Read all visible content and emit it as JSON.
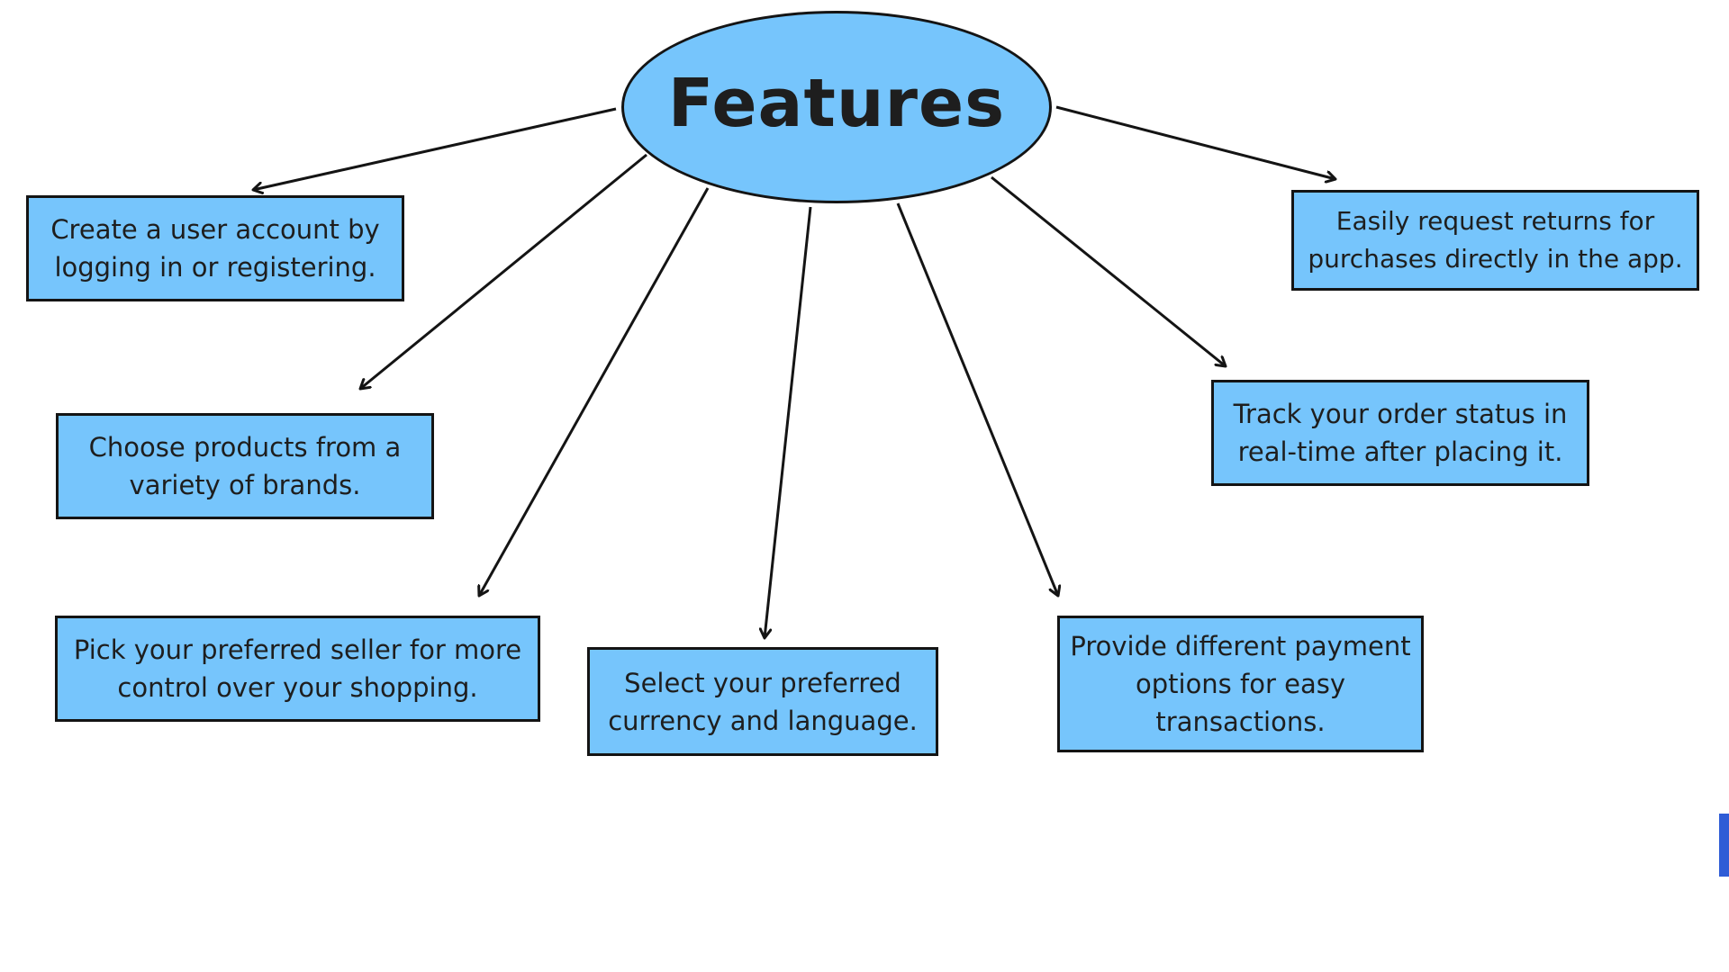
{
  "diagram": {
    "title": "Features",
    "nodes": [
      {
        "id": "account",
        "text": "Create a user account by logging in or registering."
      },
      {
        "id": "brands",
        "text": "Choose products from a variety of brands."
      },
      {
        "id": "seller",
        "text": "Pick your preferred seller for more control over your shopping."
      },
      {
        "id": "currency",
        "text": "Select your preferred currency and language."
      },
      {
        "id": "payment",
        "text": "Provide different payment options for easy transactions."
      },
      {
        "id": "tracking",
        "text": "Track your order status in real-time after placing it."
      },
      {
        "id": "returns",
        "text": "Easily request returns for purchases directly in the app."
      }
    ],
    "edges": [
      {
        "from": "Features",
        "to": "account"
      },
      {
        "from": "Features",
        "to": "brands"
      },
      {
        "from": "Features",
        "to": "seller"
      },
      {
        "from": "Features",
        "to": "currency"
      },
      {
        "from": "Features",
        "to": "payment"
      },
      {
        "from": "Features",
        "to": "tracking"
      },
      {
        "from": "Features",
        "to": "returns"
      }
    ],
    "colors": {
      "node_fill": "#76c5fc",
      "stroke": "#141414",
      "text": "#1e1e1e",
      "edge_mark": "#2f5cd6"
    }
  }
}
